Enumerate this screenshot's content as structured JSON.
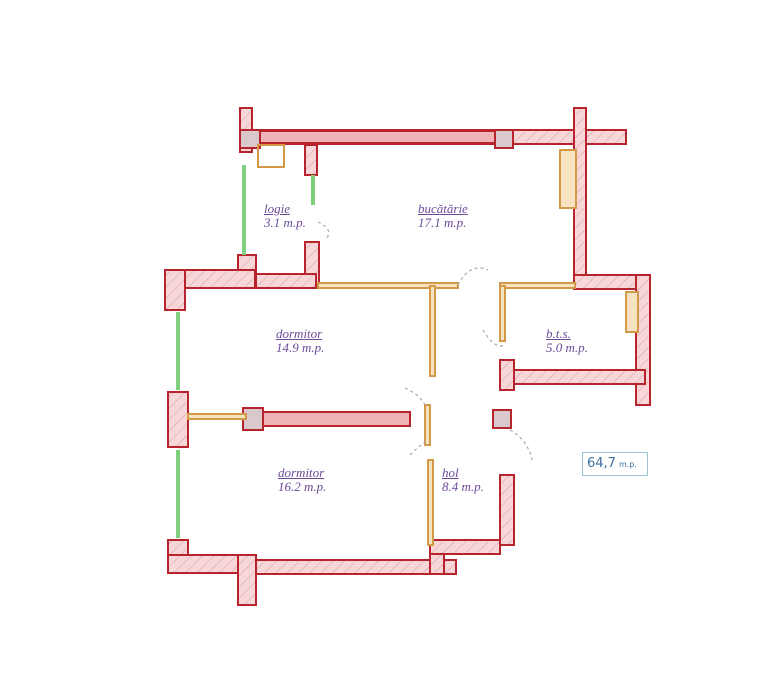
{
  "colors": {
    "exterior_wall": "#b8242e",
    "wall_fill": "#f5c9cc",
    "interior_partition": "#d29a47",
    "window": "#7fcf7f",
    "label_text": "#6b4a9a",
    "total_text": "#3d6f9c"
  },
  "rooms": [
    {
      "name": "logie",
      "area": "3.1  m.p."
    },
    {
      "name": "bucătărie",
      "area": "17.1  m.p."
    },
    {
      "name": "dormitor",
      "area": "14.9  m.p."
    },
    {
      "name": "b.t.s.",
      "area": "5.0  m.p."
    },
    {
      "name": "dormitor",
      "area": "16.2  m.p."
    },
    {
      "name": "hol",
      "area": "8.4  m.p."
    }
  ],
  "total": {
    "value": "64,7",
    "unit": "m.p."
  }
}
